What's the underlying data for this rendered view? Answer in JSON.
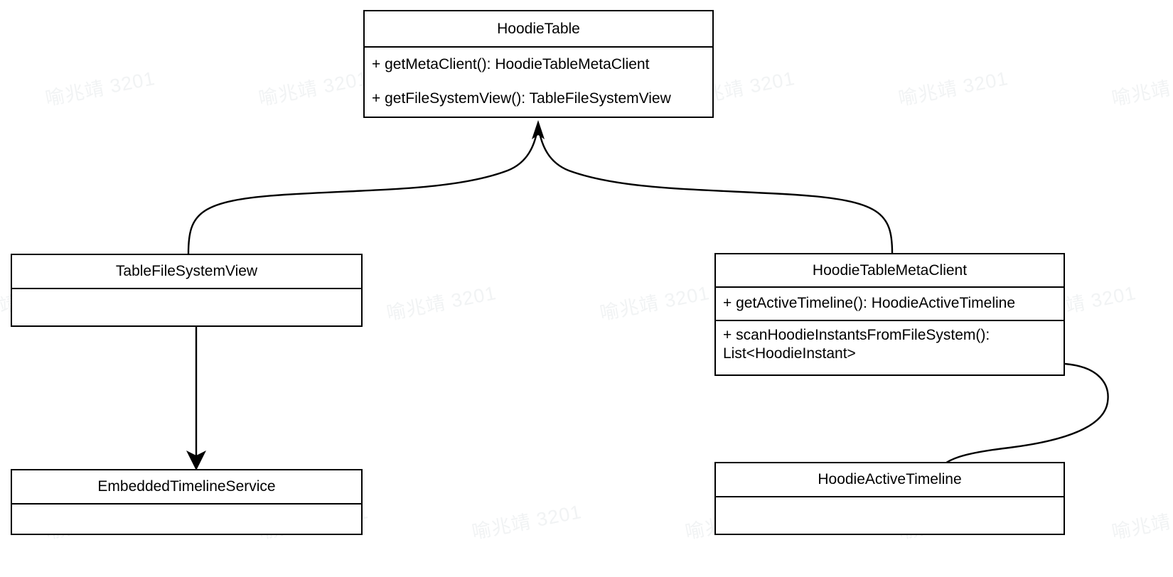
{
  "diagram": {
    "type": "uml-class-diagram",
    "title": "",
    "background_color": "#ffffff",
    "line_color": "#000000",
    "watermark": {
      "text": "喻兆靖 3201",
      "color": "#f1f3f4",
      "rotation_degrees": -11
    },
    "classes": [
      {
        "id": "hoodie-table",
        "name": "HoodieTable",
        "members": [
          "+ getMetaClient(): HoodieTableMetaClient",
          "+ getFileSystemView(): TableFileSystemView"
        ]
      },
      {
        "id": "table-file-system-view",
        "name": "TableFileSystemView",
        "members": [
          ""
        ]
      },
      {
        "id": "hoodie-table-meta-client",
        "name": "HoodieTableMetaClient",
        "members": [
          "+ getActiveTimeline(): HoodieActiveTimeline",
          "+ scanHoodieInstantsFromFileSystem(): List<HoodieInstant>"
        ]
      },
      {
        "id": "embedded-timeline-service",
        "name": "EmbeddedTimelineService",
        "members": [
          ""
        ]
      },
      {
        "id": "hoodie-active-timeline",
        "name": "HoodieActiveTimeline",
        "members": [
          ""
        ]
      }
    ],
    "edges": [
      {
        "id": "edge-tfsv-to-hoodietable",
        "from": "table-file-system-view",
        "to": "hoodie-table",
        "arrow": "open-arrow-up",
        "style": "curved"
      },
      {
        "id": "edge-metaclient-to-hoodietable",
        "from": "hoodie-table-meta-client",
        "to": "hoodie-table",
        "arrow": "open-arrow-up",
        "style": "curved"
      },
      {
        "id": "edge-tfsv-to-embedded",
        "from": "table-file-system-view",
        "to": "embedded-timeline-service",
        "arrow": "solid-arrow-down",
        "style": "straight"
      },
      {
        "id": "edge-metaclient-to-activetimeline",
        "from": "hoodie-table-meta-client",
        "to": "hoodie-active-timeline",
        "arrow": "solid-arrow-down",
        "style": "curved"
      }
    ]
  }
}
